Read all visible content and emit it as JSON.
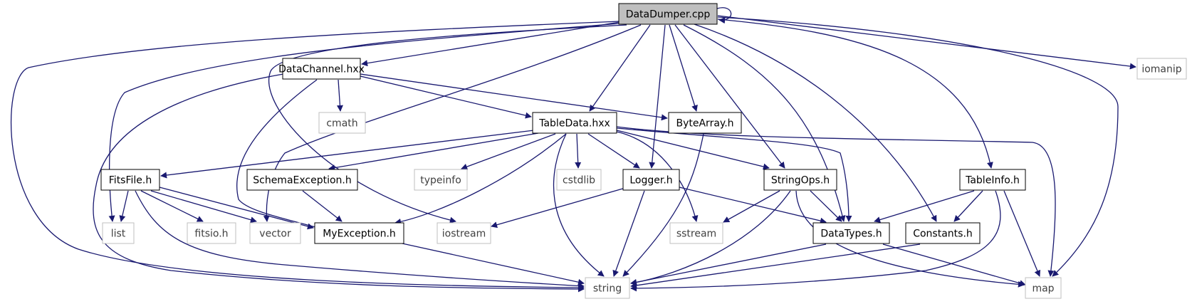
{
  "colors": {
    "edge": "#191970",
    "root_fill": "#bfbfbf",
    "node_stroke": "#000000",
    "system_stroke": "#bfbfbf",
    "system_text": "#404040"
  },
  "nodes": [
    {
      "id": "datadumper_cpp",
      "label": "DataDumper.cpp",
      "kind": "root"
    },
    {
      "id": "datachannel_hxx",
      "label": "DataChannel.hxx",
      "kind": "local"
    },
    {
      "id": "iomanip",
      "label": "iomanip",
      "kind": "system"
    },
    {
      "id": "cmath",
      "label": "cmath",
      "kind": "system"
    },
    {
      "id": "tabledata_hxx",
      "label": "TableData.hxx",
      "kind": "local"
    },
    {
      "id": "bytearray_h",
      "label": "ByteArray.h",
      "kind": "local"
    },
    {
      "id": "fitsfile_h",
      "label": "FitsFile.h",
      "kind": "local"
    },
    {
      "id": "schemaexception_h",
      "label": "SchemaException.h",
      "kind": "local"
    },
    {
      "id": "typeinfo",
      "label": "typeinfo",
      "kind": "system"
    },
    {
      "id": "cstdlib",
      "label": "cstdlib",
      "kind": "system"
    },
    {
      "id": "logger_h",
      "label": "Logger.h",
      "kind": "local"
    },
    {
      "id": "stringops_h",
      "label": "StringOps.h",
      "kind": "local"
    },
    {
      "id": "tableinfo_h",
      "label": "TableInfo.h",
      "kind": "local"
    },
    {
      "id": "list",
      "label": "list",
      "kind": "system"
    },
    {
      "id": "fitsio_h",
      "label": "fitsio.h",
      "kind": "system"
    },
    {
      "id": "vector",
      "label": "vector",
      "kind": "system"
    },
    {
      "id": "myexception_h",
      "label": "MyException.h",
      "kind": "local"
    },
    {
      "id": "iostream",
      "label": "iostream",
      "kind": "system"
    },
    {
      "id": "sstream",
      "label": "sstream",
      "kind": "system"
    },
    {
      "id": "datatypes_h",
      "label": "DataTypes.h",
      "kind": "local"
    },
    {
      "id": "constants_h",
      "label": "Constants.h",
      "kind": "local"
    },
    {
      "id": "string",
      "label": "string",
      "kind": "system"
    },
    {
      "id": "map",
      "label": "map",
      "kind": "system"
    }
  ],
  "edges": [
    {
      "from": "datadumper_cpp",
      "to": "datadumper_cpp"
    },
    {
      "from": "datadumper_cpp",
      "to": "datachannel_hxx"
    },
    {
      "from": "datadumper_cpp",
      "to": "tabledata_hxx"
    },
    {
      "from": "datadumper_cpp",
      "to": "bytearray_h"
    },
    {
      "from": "datadumper_cpp",
      "to": "logger_h"
    },
    {
      "from": "datadumper_cpp",
      "to": "stringops_h"
    },
    {
      "from": "datadumper_cpp",
      "to": "datatypes_h"
    },
    {
      "from": "datadumper_cpp",
      "to": "constants_h"
    },
    {
      "from": "datadumper_cpp",
      "to": "tableinfo_h"
    },
    {
      "from": "datadumper_cpp",
      "to": "iomanip"
    },
    {
      "from": "datadumper_cpp",
      "to": "map"
    },
    {
      "from": "datadumper_cpp",
      "to": "string"
    },
    {
      "from": "datadumper_cpp",
      "to": "list"
    },
    {
      "from": "datadumper_cpp",
      "to": "iostream"
    },
    {
      "from": "datadumper_cpp",
      "to": "vector"
    },
    {
      "from": "datachannel_hxx",
      "to": "cmath"
    },
    {
      "from": "datachannel_hxx",
      "to": "tabledata_hxx"
    },
    {
      "from": "datachannel_hxx",
      "to": "bytearray_h"
    },
    {
      "from": "datachannel_hxx",
      "to": "myexception_h"
    },
    {
      "from": "datachannel_hxx",
      "to": "string"
    },
    {
      "from": "tabledata_hxx",
      "to": "fitsfile_h"
    },
    {
      "from": "tabledata_hxx",
      "to": "schemaexception_h"
    },
    {
      "from": "tabledata_hxx",
      "to": "typeinfo"
    },
    {
      "from": "tabledata_hxx",
      "to": "cstdlib"
    },
    {
      "from": "tabledata_hxx",
      "to": "logger_h"
    },
    {
      "from": "tabledata_hxx",
      "to": "stringops_h"
    },
    {
      "from": "tabledata_hxx",
      "to": "datatypes_h"
    },
    {
      "from": "tabledata_hxx",
      "to": "myexception_h"
    },
    {
      "from": "tabledata_hxx",
      "to": "sstream"
    },
    {
      "from": "tabledata_hxx",
      "to": "map"
    },
    {
      "from": "tabledata_hxx",
      "to": "string"
    },
    {
      "from": "bytearray_h",
      "to": "string"
    },
    {
      "from": "fitsfile_h",
      "to": "list"
    },
    {
      "from": "fitsfile_h",
      "to": "fitsio_h"
    },
    {
      "from": "fitsfile_h",
      "to": "vector"
    },
    {
      "from": "fitsfile_h",
      "to": "myexception_h"
    },
    {
      "from": "fitsfile_h",
      "to": "string"
    },
    {
      "from": "schemaexception_h",
      "to": "myexception_h"
    },
    {
      "from": "logger_h",
      "to": "iostream"
    },
    {
      "from": "logger_h",
      "to": "datatypes_h"
    },
    {
      "from": "logger_h",
      "to": "string"
    },
    {
      "from": "stringops_h",
      "to": "sstream"
    },
    {
      "from": "stringops_h",
      "to": "datatypes_h"
    },
    {
      "from": "stringops_h",
      "to": "string"
    },
    {
      "from": "stringops_h",
      "to": "map"
    },
    {
      "from": "tableinfo_h",
      "to": "datatypes_h"
    },
    {
      "from": "tableinfo_h",
      "to": "constants_h"
    },
    {
      "from": "tableinfo_h",
      "to": "map"
    },
    {
      "from": "tableinfo_h",
      "to": "string"
    },
    {
      "from": "myexception_h",
      "to": "string"
    },
    {
      "from": "datatypes_h",
      "to": "string"
    },
    {
      "from": "datatypes_h",
      "to": "map"
    },
    {
      "from": "constants_h",
      "to": "string"
    }
  ]
}
